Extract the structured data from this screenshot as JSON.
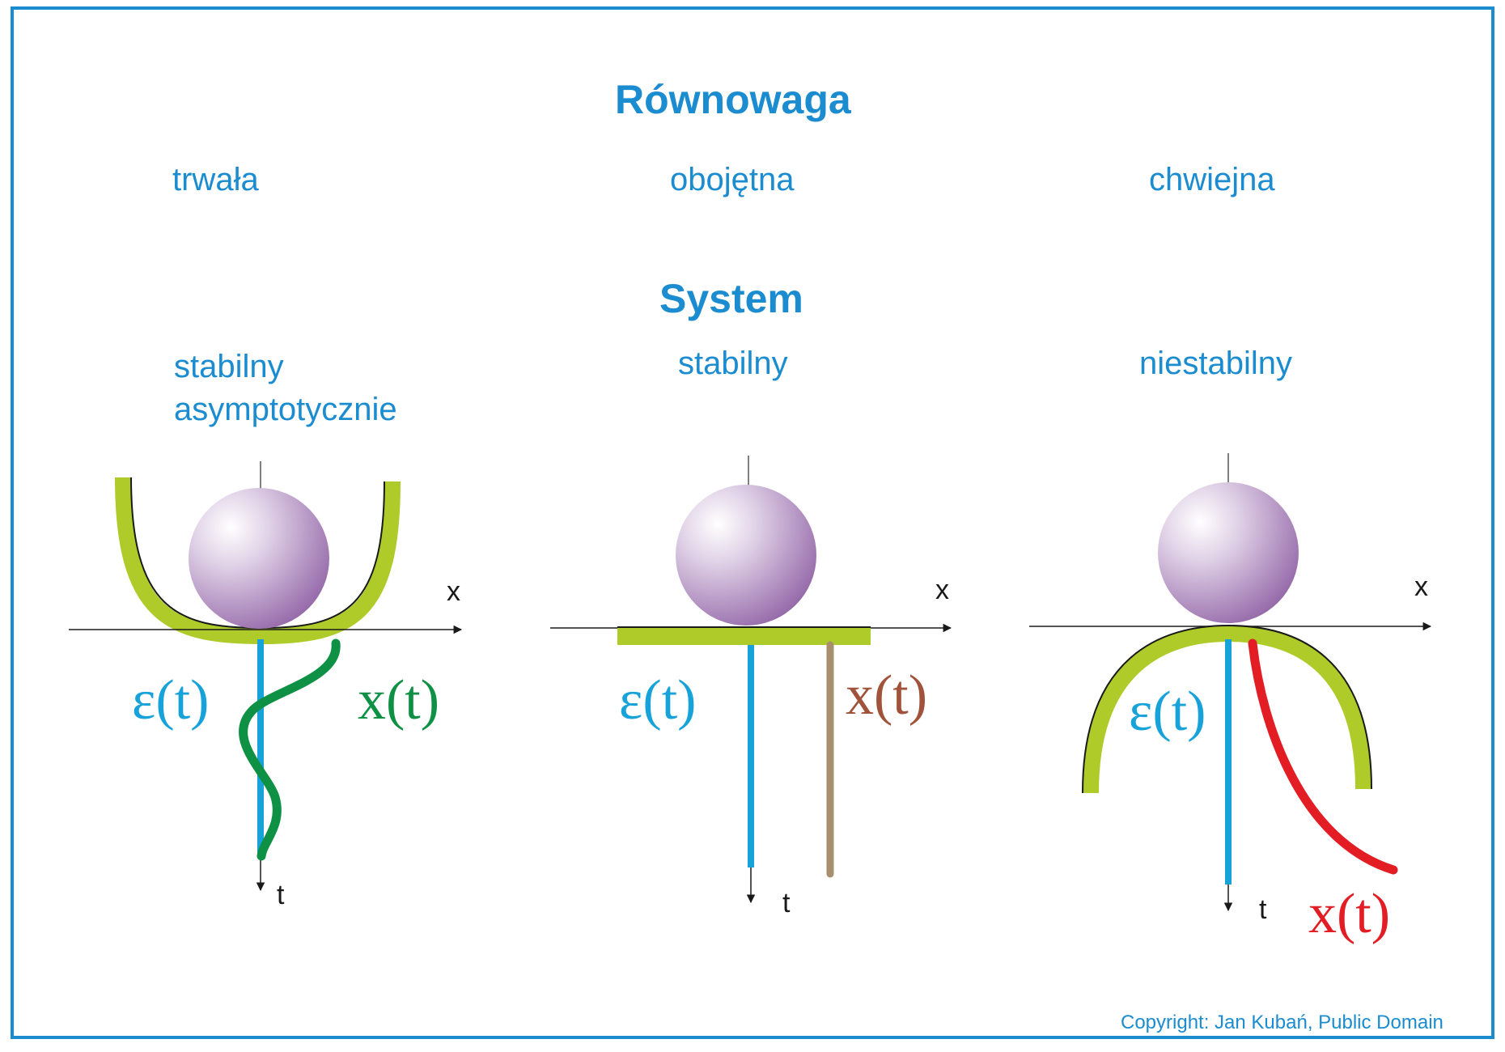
{
  "title": "Równowaga",
  "equilibrium": {
    "stable": "trwała",
    "neutral": "obojętna",
    "unstable": "chwiejna"
  },
  "system_title": "System",
  "system": {
    "stable_asymptotic": "stabilny\nasymptotycznie",
    "stable": "stabilny",
    "unstable": "niestabilny"
  },
  "labels": {
    "epsilon": "ε(t)",
    "x_t": "x(t)",
    "axis_x": "x",
    "axis_t": "t"
  },
  "colors": {
    "accent": "#1a8ccf",
    "surface": "#aecb2a",
    "ball_light": "#efe8f2",
    "ball_dark": "#9569a9",
    "stable_curve": "#0e9144",
    "neutral_curve": "#a8906e",
    "neutral_label": "#a0523a",
    "unstable_curve": "#e21d24",
    "epsilon_line": "#17a3da"
  },
  "copyright": "Copyright: Jan Kubań, Public Domain"
}
